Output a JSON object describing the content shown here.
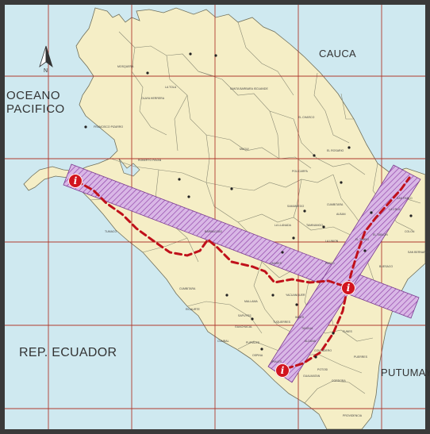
{
  "map": {
    "colors": {
      "sea": "#cfe9f0",
      "land": "#f5eec6",
      "grid": "#b03a2e",
      "corridor_fill": "#d9b7e6",
      "corridor_hatch": "#8e3fa6",
      "route": "#c0101a",
      "marker": "#d2141e",
      "frame": "#3a3a3a"
    },
    "labels": {
      "cauca": "CAUCA",
      "oceano_line1": "OCEANO",
      "oceano_line2": "PACIFICO",
      "ecuador": "REP. ECUADOR",
      "putumayo": "PUTUMAYO"
    },
    "north_arrow_letter": "N",
    "marker_symbol": "i",
    "markers": [
      {
        "name": "start"
      },
      {
        "name": "junction"
      },
      {
        "name": "south-end"
      }
    ],
    "municipality_labels": [
      "MOSQUERA",
      "LA TOLA",
      "OLAYA HERRERA",
      "SANTA BARBARA ISCUANDE",
      "FRANCISCO PIZARRO",
      "EL CHARCO",
      "MAGUI",
      "EL ROSARIO",
      "ROBERTO PAYAN",
      "POLICARPA",
      "BARBACOAS",
      "TUMACO",
      "CUMBITARA",
      "RICAURTE",
      "LA LLANADA",
      "SAMANIEGO",
      "MALLAMA",
      "CUMBAL",
      "TUQUERRES",
      "PASTO",
      "GUACHUCAL",
      "IPIALES",
      "CORDOBA",
      "POTOSI",
      "FUNES",
      "TANGUA",
      "YACUANQUER",
      "IMUES",
      "LA CRUZ",
      "SAN PABLO",
      "BUESACO",
      "EL TAMBO",
      "CUMBITARA",
      "TAMINANGO",
      "LA UNION",
      "COLON",
      "SAN BERNARDO",
      "ALBAN",
      "EL TABLON",
      "PUERRES",
      "PUPIALES",
      "ALDANA",
      "CONTADERO",
      "GUALMATAN",
      "OSPINA",
      "SAPUYES",
      "PROVIDENCIA",
      "LINARES"
    ]
  }
}
